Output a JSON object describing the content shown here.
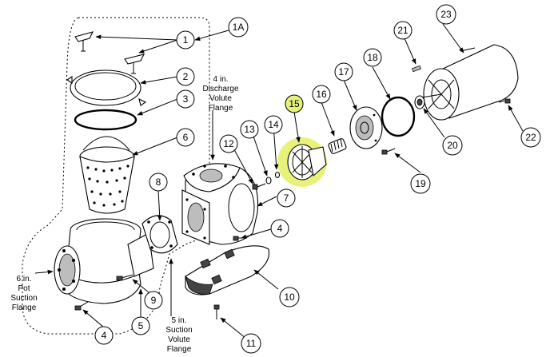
{
  "colors": {
    "highlight": "#e8f27a",
    "ink": "#000000",
    "paper": "#ffffff",
    "shade": "#bdbdbd"
  },
  "callouts": [
    {
      "id": "c1",
      "label": "1"
    },
    {
      "id": "c1A",
      "label": "1A"
    },
    {
      "id": "c2",
      "label": "2"
    },
    {
      "id": "c3",
      "label": "3"
    },
    {
      "id": "c4a",
      "label": "4"
    },
    {
      "id": "c4b",
      "label": "4"
    },
    {
      "id": "c5",
      "label": "5"
    },
    {
      "id": "c6",
      "label": "6"
    },
    {
      "id": "c7",
      "label": "7"
    },
    {
      "id": "c8",
      "label": "8"
    },
    {
      "id": "c9",
      "label": "9"
    },
    {
      "id": "c10",
      "label": "10"
    },
    {
      "id": "c11",
      "label": "11"
    },
    {
      "id": "c12",
      "label": "12"
    },
    {
      "id": "c13",
      "label": "13"
    },
    {
      "id": "c14",
      "label": "14"
    },
    {
      "id": "c15",
      "label": "15"
    },
    {
      "id": "c16",
      "label": "16"
    },
    {
      "id": "c17",
      "label": "17"
    },
    {
      "id": "c18",
      "label": "18"
    },
    {
      "id": "c19",
      "label": "19"
    },
    {
      "id": "c20",
      "label": "20"
    },
    {
      "id": "c21",
      "label": "21"
    },
    {
      "id": "c22",
      "label": "22"
    },
    {
      "id": "c23",
      "label": "23"
    }
  ],
  "highlighted_part": "15",
  "labels": {
    "discharge": [
      "4 in.",
      "Discharge",
      "Volute",
      "Flange"
    ],
    "pot_suction": [
      "6 in.",
      "Pot",
      "Suction",
      "Flange"
    ],
    "volute_suction": [
      "5 in.",
      "Suction",
      "Volute",
      "Flange"
    ]
  }
}
